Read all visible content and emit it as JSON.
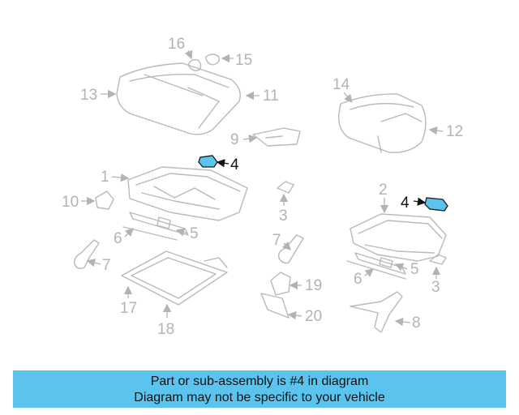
{
  "diagram": {
    "callouts": [
      "16",
      "15",
      "13",
      "11",
      "9",
      "4",
      "14",
      "12",
      "1",
      "10",
      "5",
      "6",
      "7",
      "3",
      "2",
      "4",
      "5",
      "6",
      "3",
      "7",
      "19",
      "17",
      "18",
      "20",
      "8"
    ]
  },
  "highlight": {
    "part_number": "4"
  },
  "colors": {
    "highlight_fill": "#5bc4ee",
    "caption_background": "#5bc4ee",
    "line_gray": "#b3b3b3"
  },
  "caption": {
    "line1": "Part or sub-assembly is #4 in diagram",
    "line2": "Diagram may not be specific to your vehicle"
  }
}
